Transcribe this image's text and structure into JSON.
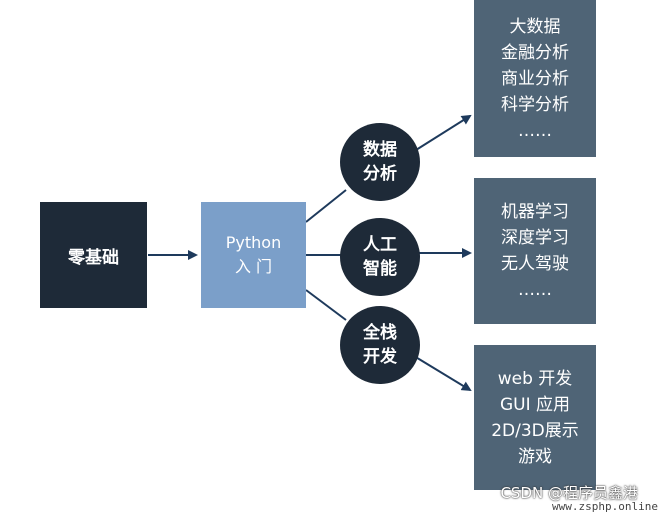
{
  "start": {
    "label": "零基础"
  },
  "python": {
    "lines": [
      "Python",
      "入 门"
    ]
  },
  "branches": [
    {
      "circle_lines": [
        "数据",
        "分析"
      ],
      "items": [
        "大数据",
        "金融分析",
        "商业分析",
        "科学分析",
        "……"
      ]
    },
    {
      "circle_lines": [
        "人工",
        "智能"
      ],
      "items": [
        "机器学习",
        "深度学习",
        "无人驾驶",
        "……"
      ]
    },
    {
      "circle_lines": [
        "全栈",
        "开发"
      ],
      "items": [
        "web 开发",
        "GUI 应用",
        "2D/3D展示",
        "游戏"
      ]
    }
  ],
  "watermark": {
    "csdn": "CSDN @程序员鑫港",
    "site": "www.zsphp.online"
  },
  "colors": {
    "dark": "#1e2a38",
    "python_box": "#7b9fc9",
    "slate_box": "#4f6476",
    "arrow": "#1e3a5c"
  }
}
